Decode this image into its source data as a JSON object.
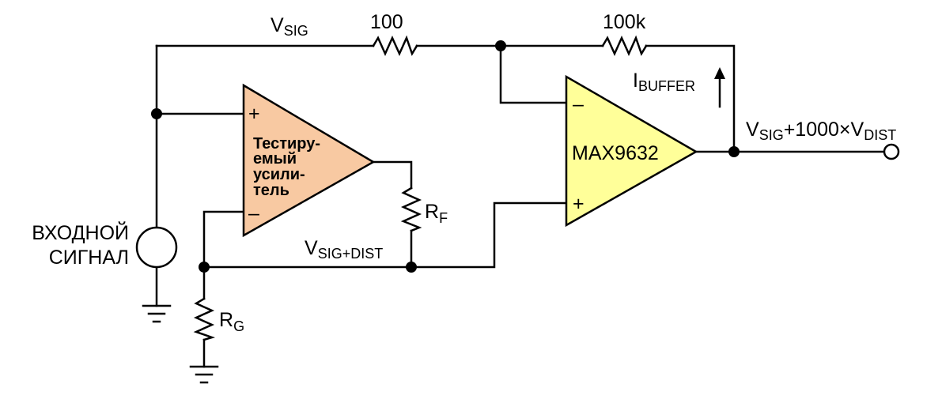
{
  "colors": {
    "dut_fill": "#F8C9A2",
    "buffer_fill": "#FFFF99",
    "wire": "#000000"
  },
  "labels": {
    "vsig_main": "V",
    "vsig_sub": "SIG",
    "r_series": "100",
    "r_feedback": "100k",
    "ibuffer_main": "I",
    "ibuffer_sub": "BUFFER",
    "output_pre": "V",
    "output_sub1": "SIG",
    "output_mid": "+1000×V",
    "output_sub2": "DIST",
    "vsigdist_main": "V",
    "vsigdist_sub": "SIG+DIST",
    "rf_main": "R",
    "rf_sub": "F",
    "rg_main": "R",
    "rg_sub": "G",
    "input_line1": "ВХОДНОЙ",
    "input_line2": "СИГНАЛ"
  },
  "dut": {
    "line1": "Тестиру-",
    "line2": "емый",
    "line3": "усили-",
    "line4": "тель",
    "plus": "+",
    "minus": "–"
  },
  "buffer": {
    "name": "MAX9632",
    "plus": "+",
    "minus": "–"
  }
}
